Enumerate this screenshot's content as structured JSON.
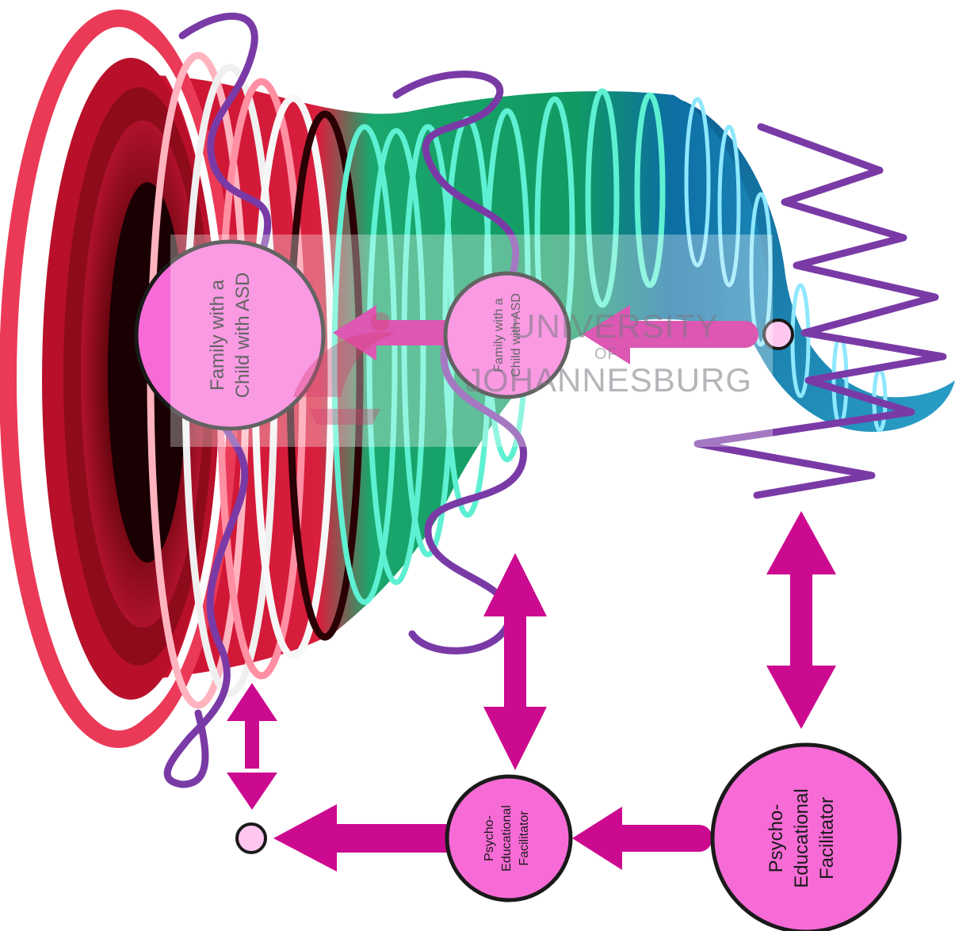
{
  "nodes": {
    "family_large": {
      "label_line1": "Family with a",
      "label_line2": "Child with ASD"
    },
    "family_small": {
      "label_line1": "Family with a",
      "label_line2": "Child with ASD"
    },
    "facilitator_large": {
      "label_line1": "Psycho-",
      "label_line2": "Educational",
      "label_line3": "Facilitator"
    },
    "facilitator_small": {
      "label_line1": "Psycho-",
      "label_line2": "Educational",
      "label_line3": "Facilitator"
    }
  },
  "watermark": {
    "line1": "UNIVERSITY",
    "line2": "OF",
    "line3": "JOHANNESBURG"
  },
  "colors": {
    "arrow": "#cc0a8f",
    "node_fill": "#f76bd6",
    "node_stroke": "#1a1a1a",
    "wave": "#7a3aa6",
    "funnel_red": "#d6193a",
    "funnel_dark": "#5a0510",
    "funnel_green": "#12a368",
    "funnel_teal": "#59e8cf",
    "funnel_blue": "#0d6e9e",
    "small_dot": "#ffc7f0"
  }
}
